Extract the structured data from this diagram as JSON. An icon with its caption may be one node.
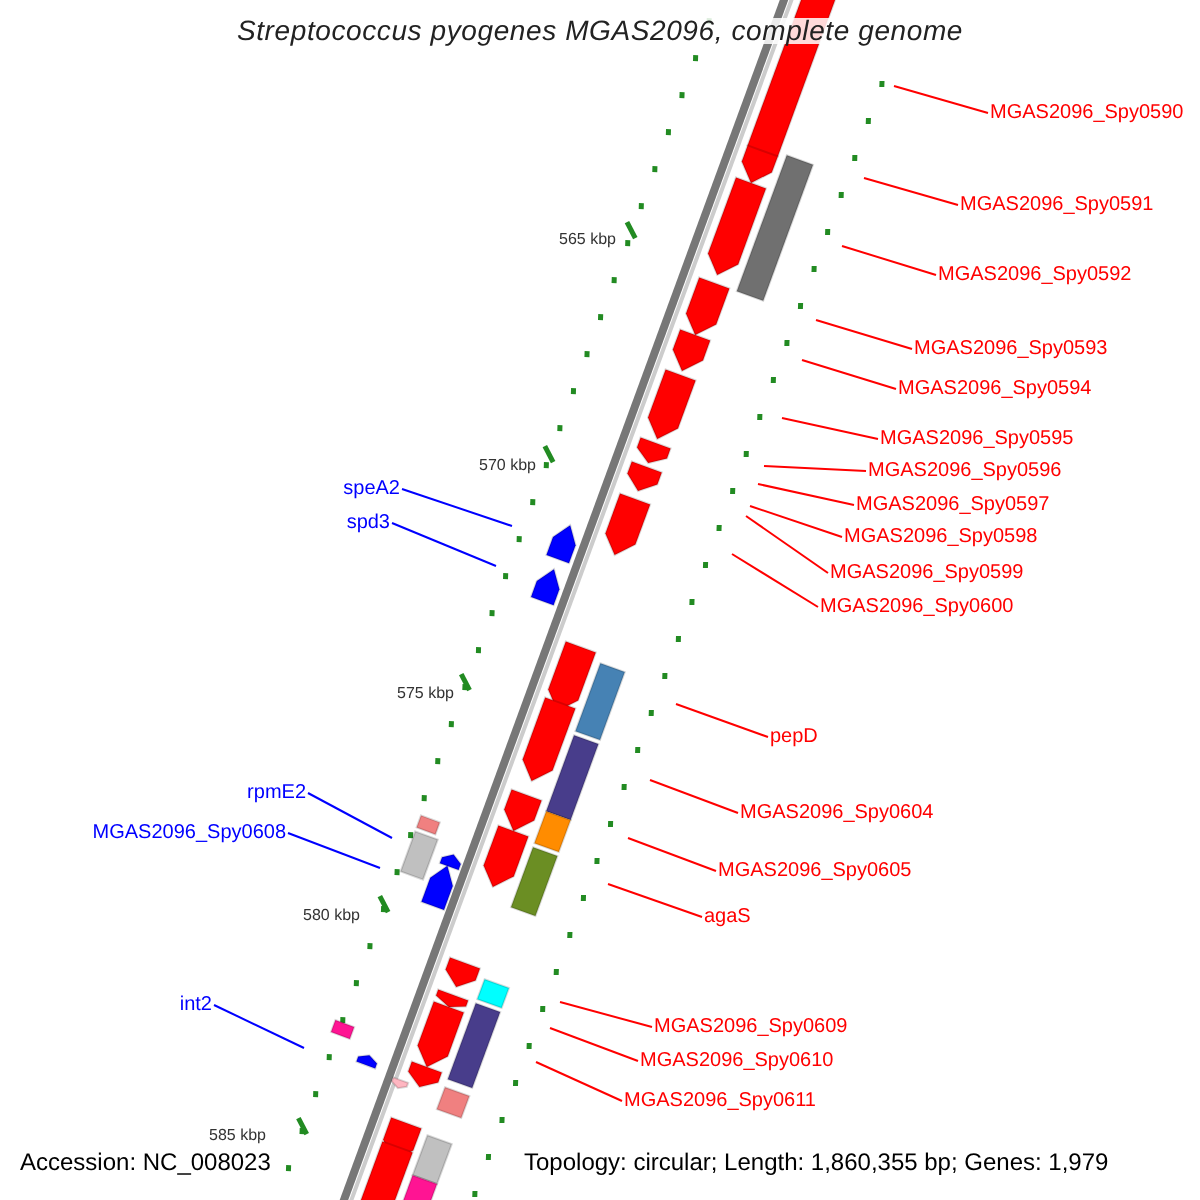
{
  "diagram": {
    "title": "Streptococcus pyogenes MGAS2096, complete genome",
    "nodes": [
      {
        "text": [
          "MGAS2096_Spy0590"
        ]
      },
      {
        "text": [
          "MGAS2096_Spy0591"
        ]
      },
      {
        "text": [
          "MGAS2096_Spy0592"
        ]
      },
      {
        "text": [
          "MGAS2096_Spy0593"
        ]
      },
      {
        "text": [
          "MGAS2096_Spy0594"
        ]
      },
      {
        "text": [
          "MGAS2096_Spy0595"
        ]
      },
      {
        "text": [
          "MGAS2096_Spy0596"
        ]
      },
      {
        "text": [
          "MGAS2096_Spy0597"
        ]
      },
      {
        "text": [
          "MGAS2096_Spy0598"
        ]
      },
      {
        "text": [
          "MGAS2096_Spy0599"
        ]
      },
      {
        "text": [
          "MGAS2096_Spy0600"
        ]
      },
      {
        "text": [
          "speA2"
        ]
      },
      {
        "text": [
          "spd3"
        ]
      },
      {
        "text": [
          "pepD"
        ]
      },
      {
        "text": [
          "rpmE2"
        ]
      },
      {
        "text": [
          "MGAS2096_Spy0608"
        ]
      },
      {
        "text": [
          "MGAS2096_Spy0604"
        ]
      },
      {
        "text": [
          "MGAS2096_Spy0605"
        ]
      },
      {
        "text": [
          "agaS"
        ]
      },
      {
        "text": [
          "int2"
        ]
      },
      {
        "text": [
          "MGAS2096_Spy0609"
        ]
      },
      {
        "text": [
          "MGAS2096_Spy0610"
        ]
      },
      {
        "text": [
          "MGAS2096_Spy0611"
        ]
      }
    ],
    "edges": [
      {
        "from": 0,
        "to": null,
        "arrow": "none"
      },
      {
        "from": 1,
        "to": null,
        "arrow": "none"
      },
      {
        "from": 2,
        "to": null,
        "arrow": "none"
      },
      {
        "from": 3,
        "to": null,
        "arrow": "none"
      },
      {
        "from": 4,
        "to": null,
        "arrow": "none"
      },
      {
        "from": 5,
        "to": null,
        "arrow": "none"
      },
      {
        "from": 6,
        "to": null,
        "arrow": "none"
      },
      {
        "from": 7,
        "to": null,
        "arrow": "none"
      },
      {
        "from": 8,
        "to": null,
        "arrow": "none"
      },
      {
        "from": 9,
        "to": null,
        "arrow": "none"
      },
      {
        "from": 10,
        "to": null,
        "arrow": "none"
      },
      {
        "from": 11,
        "to": null,
        "arrow": "none",
        "color": "#0000ff"
      },
      {
        "from": 12,
        "to": null,
        "arrow": "none",
        "color": "#0000ff"
      },
      {
        "from": 13,
        "to": null,
        "arrow": "none"
      },
      {
        "from": 14,
        "to": null,
        "arrow": "none",
        "color": "#0000ff"
      },
      {
        "from": 15,
        "to": null,
        "arrow": "none",
        "color": "#0000ff"
      },
      {
        "from": 16,
        "to": null,
        "arrow": "none"
      },
      {
        "from": 17,
        "to": null,
        "arrow": "none"
      },
      {
        "from": 18,
        "to": null,
        "arrow": "none"
      },
      {
        "from": 19,
        "to": null,
        "arrow": "none",
        "color": "#0000ff"
      },
      {
        "from": 20,
        "to": null,
        "arrow": "none"
      },
      {
        "from": 21,
        "to": null,
        "arrow": "none"
      },
      {
        "from": 22,
        "to": null,
        "arrow": "none"
      }
    ],
    "labels": [
      "565 kbp",
      "570 kbp",
      "575 kbp",
      "580 kbp",
      "585 kbp",
      "Accession: NC_008023",
      "Topology: circular; Length: 1,860,355 bp; Genes: 1,979"
    ]
  }
}
